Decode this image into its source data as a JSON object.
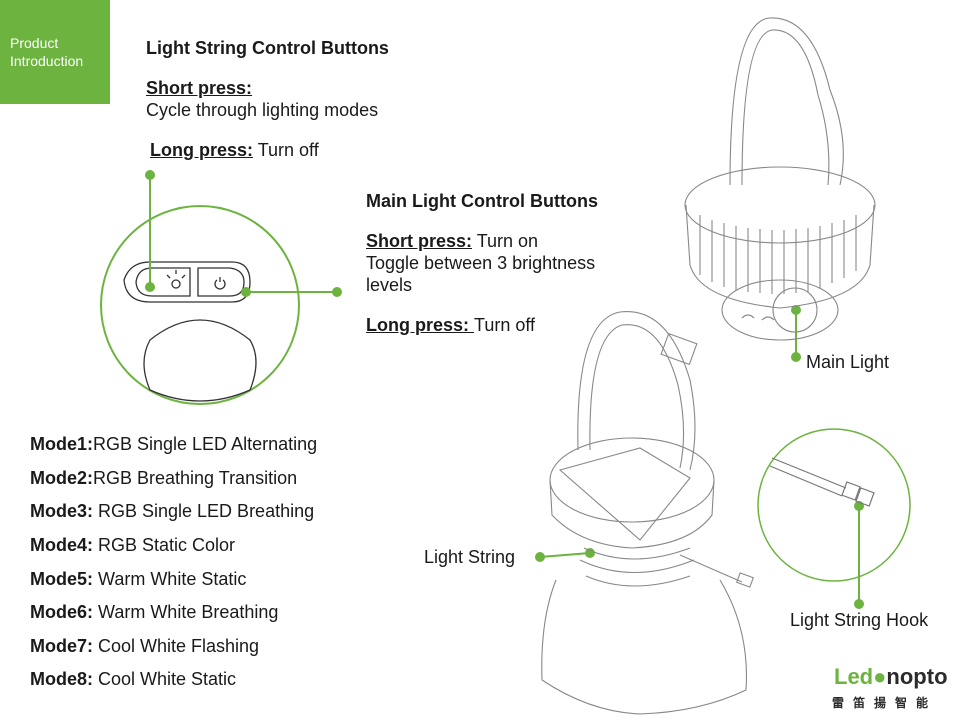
{
  "tag": {
    "line1": "Product",
    "line2": "Introduction"
  },
  "string_buttons": {
    "title": "Light String Control Buttons",
    "short_label": "Short press:",
    "short_text": "Cycle through lighting modes",
    "long_label": "Long press:",
    "long_text": " Turn off"
  },
  "main_buttons": {
    "title": "Main Light Control Buttons",
    "short_label": "Short press:",
    "short_text": " Turn on",
    "short_text2": "Toggle between 3 brightness",
    "short_text3": "levels",
    "long_label": "Long press: ",
    "long_text": " Turn off"
  },
  "modes": [
    {
      "label": "Mode1:",
      "text": "RGB Single LED Alternating"
    },
    {
      "label": "Mode2:",
      "text": "RGB Breathing Transition"
    },
    {
      "label": "Mode3:",
      "text": " RGB Single LED Breathing"
    },
    {
      "label": "Mode4:",
      "text": " RGB Static Color"
    },
    {
      "label": "Mode5:",
      "text": " Warm White Static"
    },
    {
      "label": "Mode6:",
      "text": " Warm White Breathing"
    },
    {
      "label": "Mode7:",
      "text": " Cool White Flashing"
    },
    {
      "label": "Mode8:",
      "text": " Cool White Static"
    }
  ],
  "callouts": {
    "main_light": "Main Light",
    "light_string": "Light String",
    "hook": "Light String Hook"
  },
  "logo": {
    "part1": "Led",
    "part2": "nopto",
    "sub": "雷笛揚智能"
  },
  "colors": {
    "accent": "#6cb33f"
  }
}
